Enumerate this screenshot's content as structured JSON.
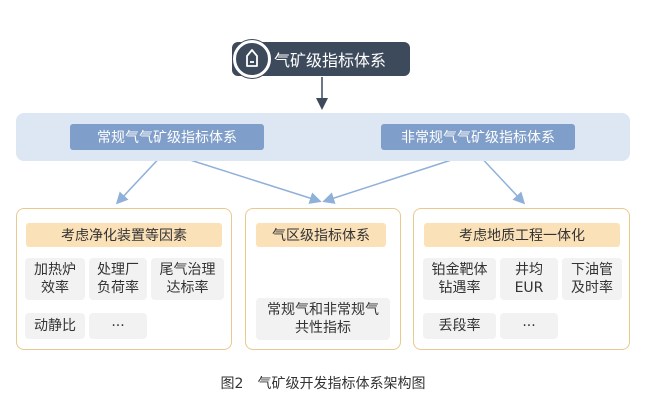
{
  "diagram": {
    "root": {
      "label": "气矿级指标体系",
      "icon": "water-drop-icon"
    },
    "tiers": [
      {
        "label": "常规气气矿级指标体系"
      },
      {
        "label": "非常规气气矿级指标体系"
      }
    ],
    "panels": [
      {
        "heading": "考虑净化装置等因素",
        "items": [
          "加热炉\n效率",
          "处理厂\n负荷率",
          "尾气治理\n达标率",
          "动静比",
          "···"
        ]
      },
      {
        "heading": "气区级指标体系",
        "items": [
          "常规气和非常规气\n共性指标"
        ]
      },
      {
        "heading": "考虑地质工程一体化",
        "items": [
          "铂金靶体\n钻遇率",
          "井均\nEUR",
          "下油管\n及时率",
          "丢段率",
          "···"
        ]
      }
    ],
    "caption": "图2　气矿级开发指标体系架构图"
  }
}
